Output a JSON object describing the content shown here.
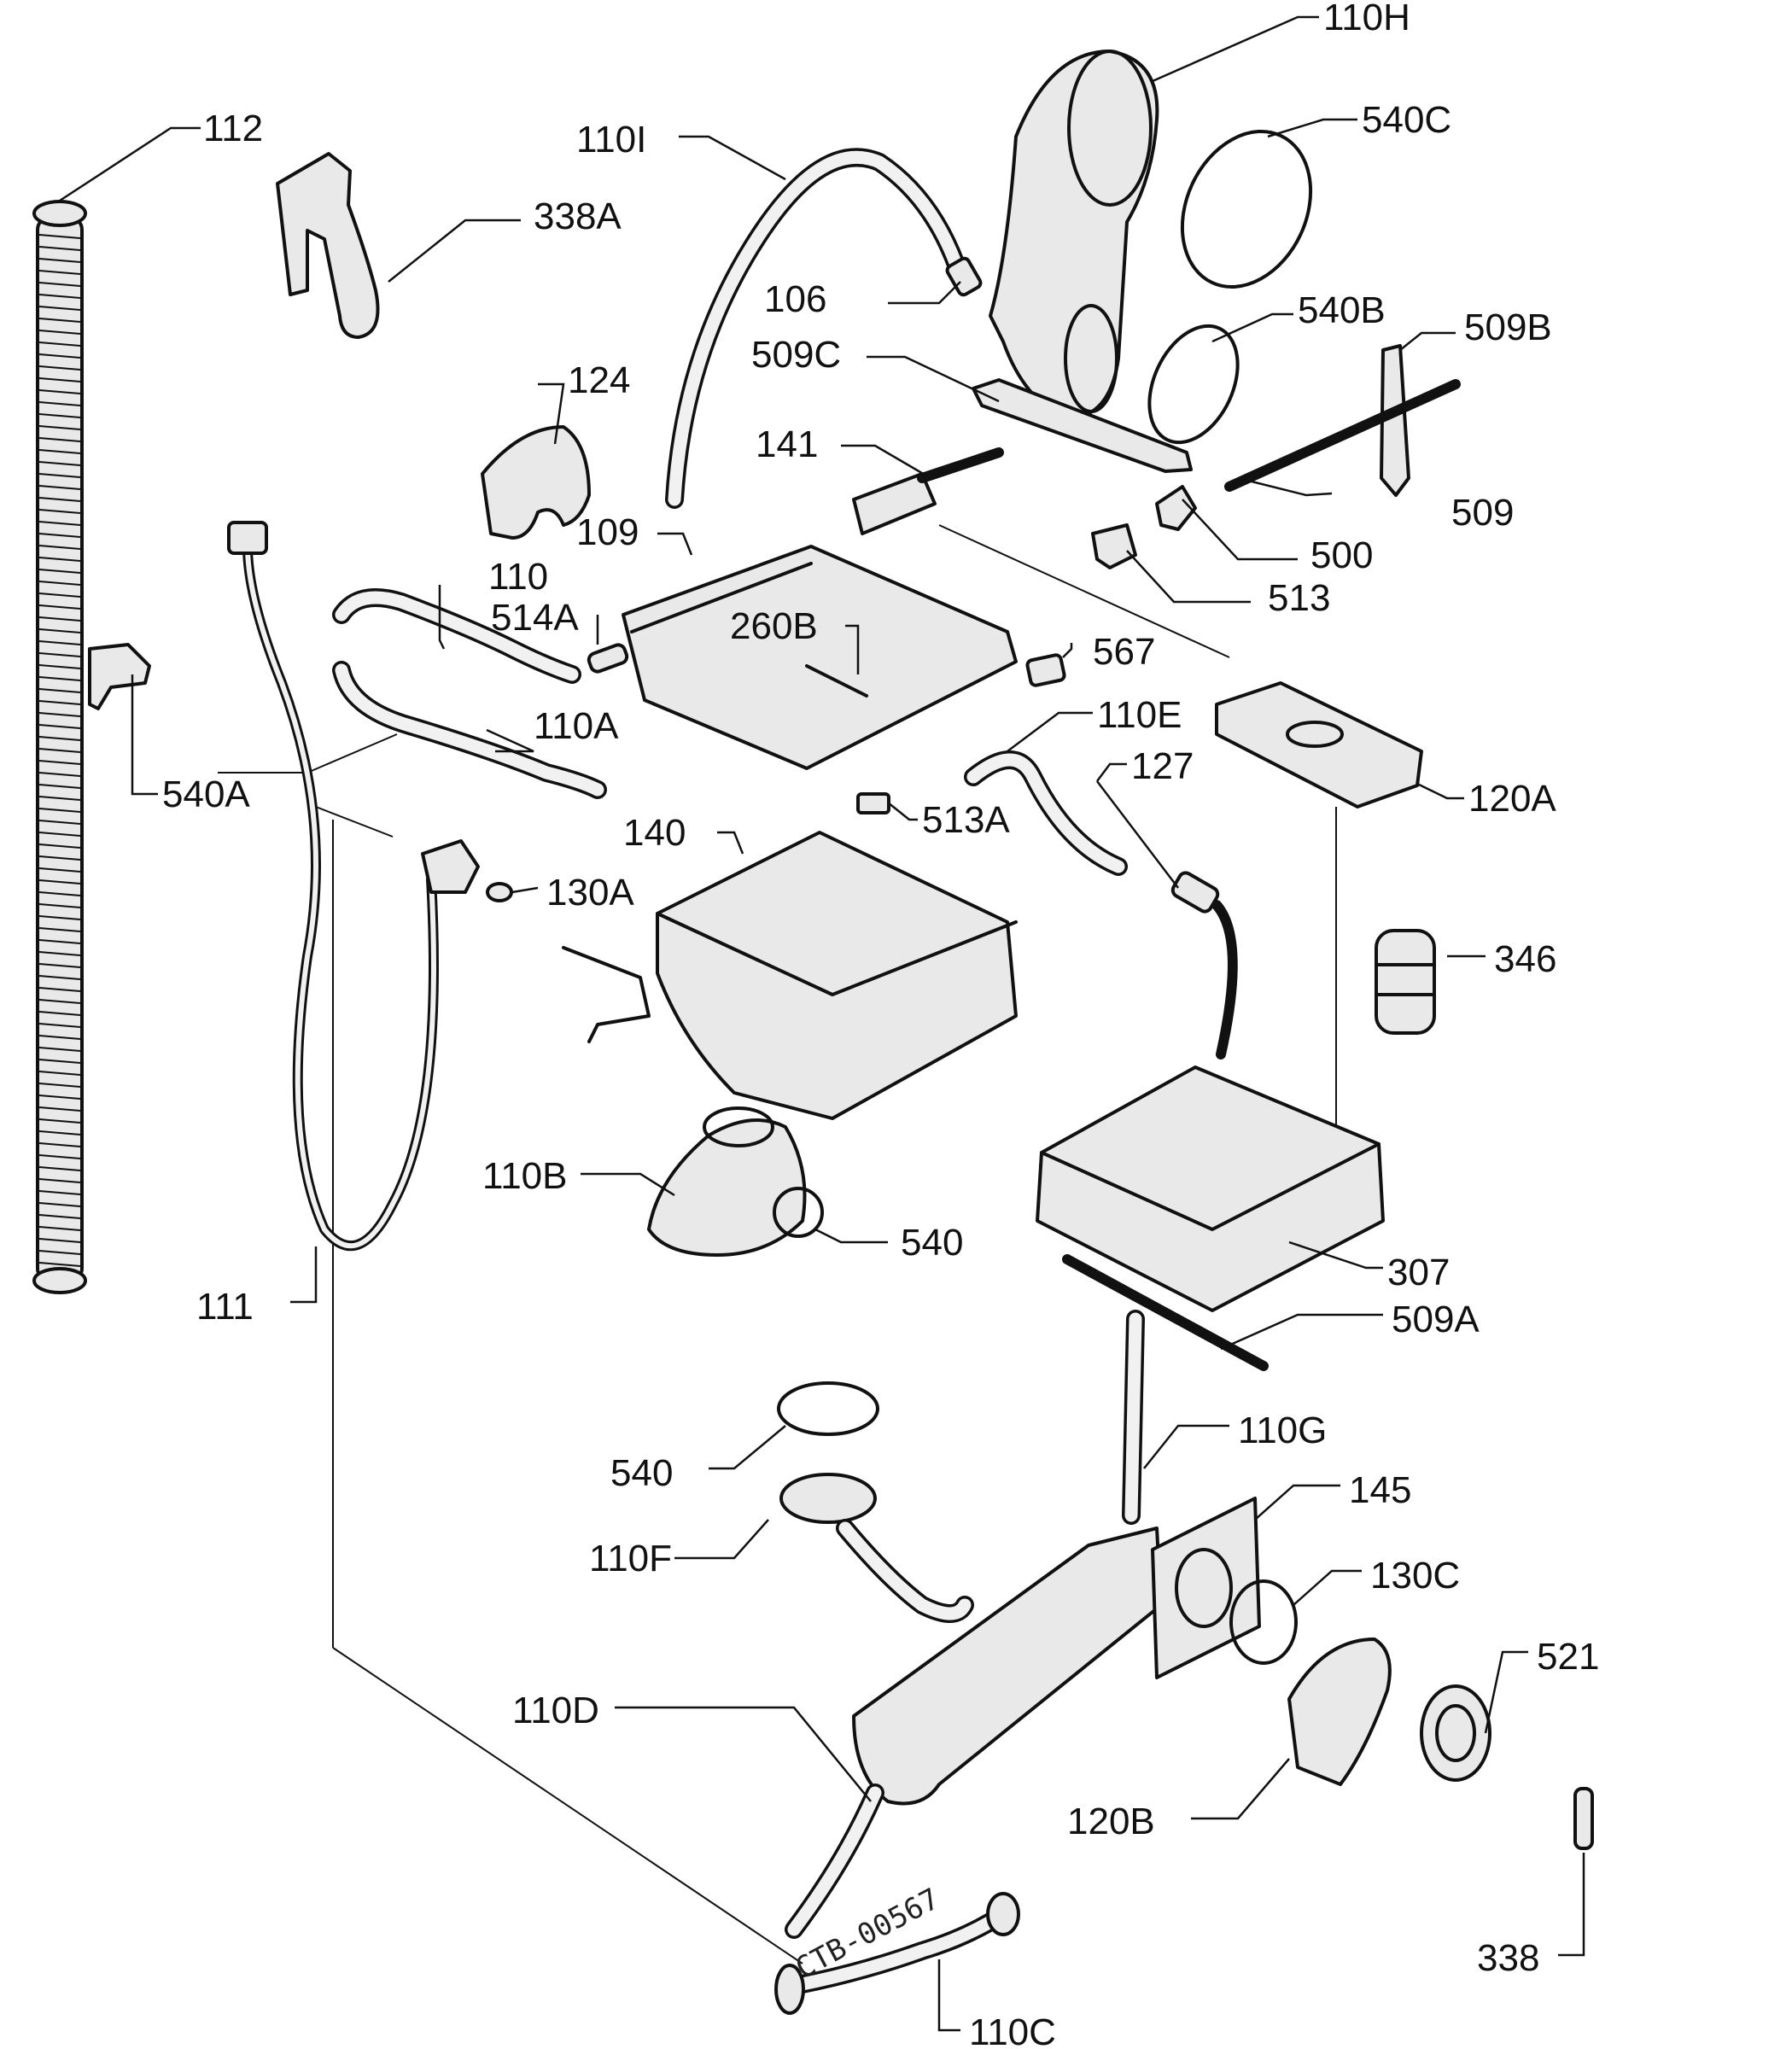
{
  "labels": [
    {
      "id": "110h",
      "text": "110H"
    },
    {
      "id": "112",
      "text": "112"
    },
    {
      "id": "110i",
      "text": "110I"
    },
    {
      "id": "540c",
      "text": "540C"
    },
    {
      "id": "338a",
      "text": "338A"
    },
    {
      "id": "106",
      "text": "106"
    },
    {
      "id": "540b",
      "text": "540B"
    },
    {
      "id": "509b",
      "text": "509B"
    },
    {
      "id": "509c",
      "text": "509C"
    },
    {
      "id": "124",
      "text": "124"
    },
    {
      "id": "141",
      "text": "141"
    },
    {
      "id": "509",
      "text": "509"
    },
    {
      "id": "109",
      "text": "109"
    },
    {
      "id": "500",
      "text": "500"
    },
    {
      "id": "110",
      "text": "110"
    },
    {
      "id": "513",
      "text": "513"
    },
    {
      "id": "514a",
      "text": "514A"
    },
    {
      "id": "260b",
      "text": "260B"
    },
    {
      "id": "567",
      "text": "567"
    },
    {
      "id": "110e",
      "text": "110E"
    },
    {
      "id": "110a",
      "text": "110A"
    },
    {
      "id": "127",
      "text": "127"
    },
    {
      "id": "540a",
      "text": "540A"
    },
    {
      "id": "120a",
      "text": "120A"
    },
    {
      "id": "513a",
      "text": "513A"
    },
    {
      "id": "140",
      "text": "140"
    },
    {
      "id": "130a",
      "text": "130A"
    },
    {
      "id": "346",
      "text": "346"
    },
    {
      "id": "110b",
      "text": "110B"
    },
    {
      "id": "540-1",
      "text": "540"
    },
    {
      "id": "307",
      "text": "307"
    },
    {
      "id": "111",
      "text": "111"
    },
    {
      "id": "509a",
      "text": "509A"
    },
    {
      "id": "110g",
      "text": "110G"
    },
    {
      "id": "540-2",
      "text": "540"
    },
    {
      "id": "145",
      "text": "145"
    },
    {
      "id": "130c",
      "text": "130C"
    },
    {
      "id": "110f",
      "text": "110F"
    },
    {
      "id": "521",
      "text": "521"
    },
    {
      "id": "110d",
      "text": "110D"
    },
    {
      "id": "120b",
      "text": "120B"
    },
    {
      "id": "338",
      "text": "338"
    },
    {
      "id": "110c",
      "text": "110C"
    }
  ],
  "drawing_code": "CTB-00567"
}
